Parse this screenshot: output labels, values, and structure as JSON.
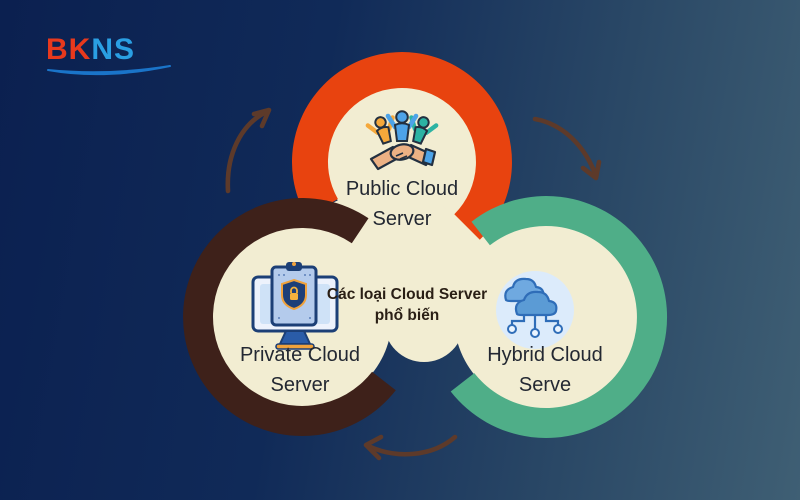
{
  "logo": {
    "part1": "BK",
    "part2": "NS"
  },
  "title": {
    "line1": "Các loại Cloud Server",
    "line2": "phổ biến"
  },
  "nodes": {
    "public": {
      "label1": "Public Cloud",
      "label2": "Server",
      "ring_color": "#e8430f",
      "icon": "people-handshake"
    },
    "private": {
      "label1": "Private Cloud",
      "label2": "Server",
      "ring_color": "#3e211a",
      "icon": "secure-monitor"
    },
    "hybrid": {
      "label1": "Hybrid Cloud",
      "label2": "Serve",
      "ring_color": "#4fae88",
      "icon": "cloud-network"
    }
  },
  "colors": {
    "background_left": "#0b2050",
    "background_right": "#3f5f74",
    "inner_fill": "#f2edd2",
    "arrow": "#5d3a2a",
    "logo_red": "#e8391d",
    "logo_blue": "#2a9fe3",
    "label_text": "#232832",
    "title_text": "#2a1f15"
  }
}
